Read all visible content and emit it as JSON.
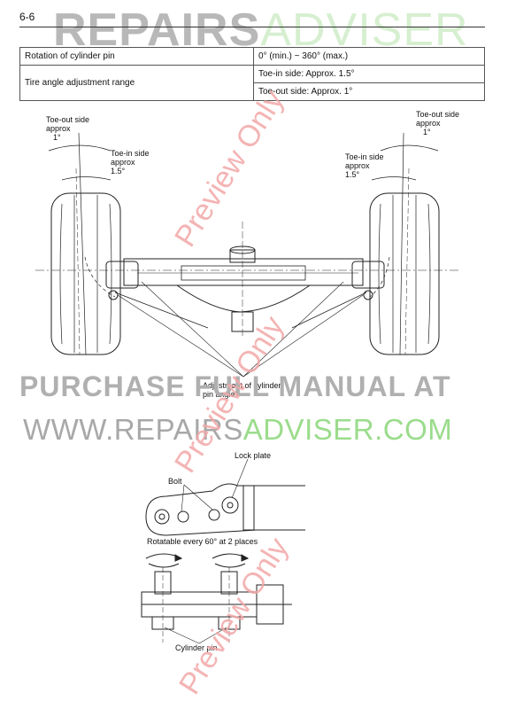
{
  "page": {
    "number": "6-6"
  },
  "spec_table": {
    "rows": [
      {
        "label": "Rotation of cylinder pin",
        "value": "0° (min.) ~ 360° (max.)"
      },
      {
        "label": "Tire angle adjustment range",
        "value": "Toe-in side: Approx. 1.5°",
        "value2": "Toe-out side: Approx. 1°"
      }
    ]
  },
  "figure_top": {
    "toe_out_left": {
      "line1": "Toe-out side",
      "line2": "approx",
      "angle": "1°"
    },
    "toe_in_left": {
      "line1": "Toe-in side",
      "line2": "approx",
      "angle": "1.5°"
    },
    "toe_out_right": {
      "line1": "Toe-out side",
      "line2": "approx",
      "angle": "1°"
    },
    "toe_in_right": {
      "line1": "Toe-in side",
      "line2": "approx",
      "angle": "1.5°"
    },
    "adjustment": {
      "line1": "Adjustment of cylinder",
      "line2": "pin angle"
    }
  },
  "figure_bottom": {
    "lock_plate": "Lock plate",
    "bolt": "Bolt",
    "rotatable": "Rotatable every 60° at 2 places",
    "cylinder_pin": "Cylinder pin"
  },
  "watermarks": {
    "header_dark": "REPAIRS",
    "header_light": "ADVISER",
    "purchase": "PURCHASE FULL MANUAL AT",
    "url_dark": "WWW.REPAIRS",
    "url_light": "ADVISER.COM",
    "preview": "Preview Only"
  }
}
